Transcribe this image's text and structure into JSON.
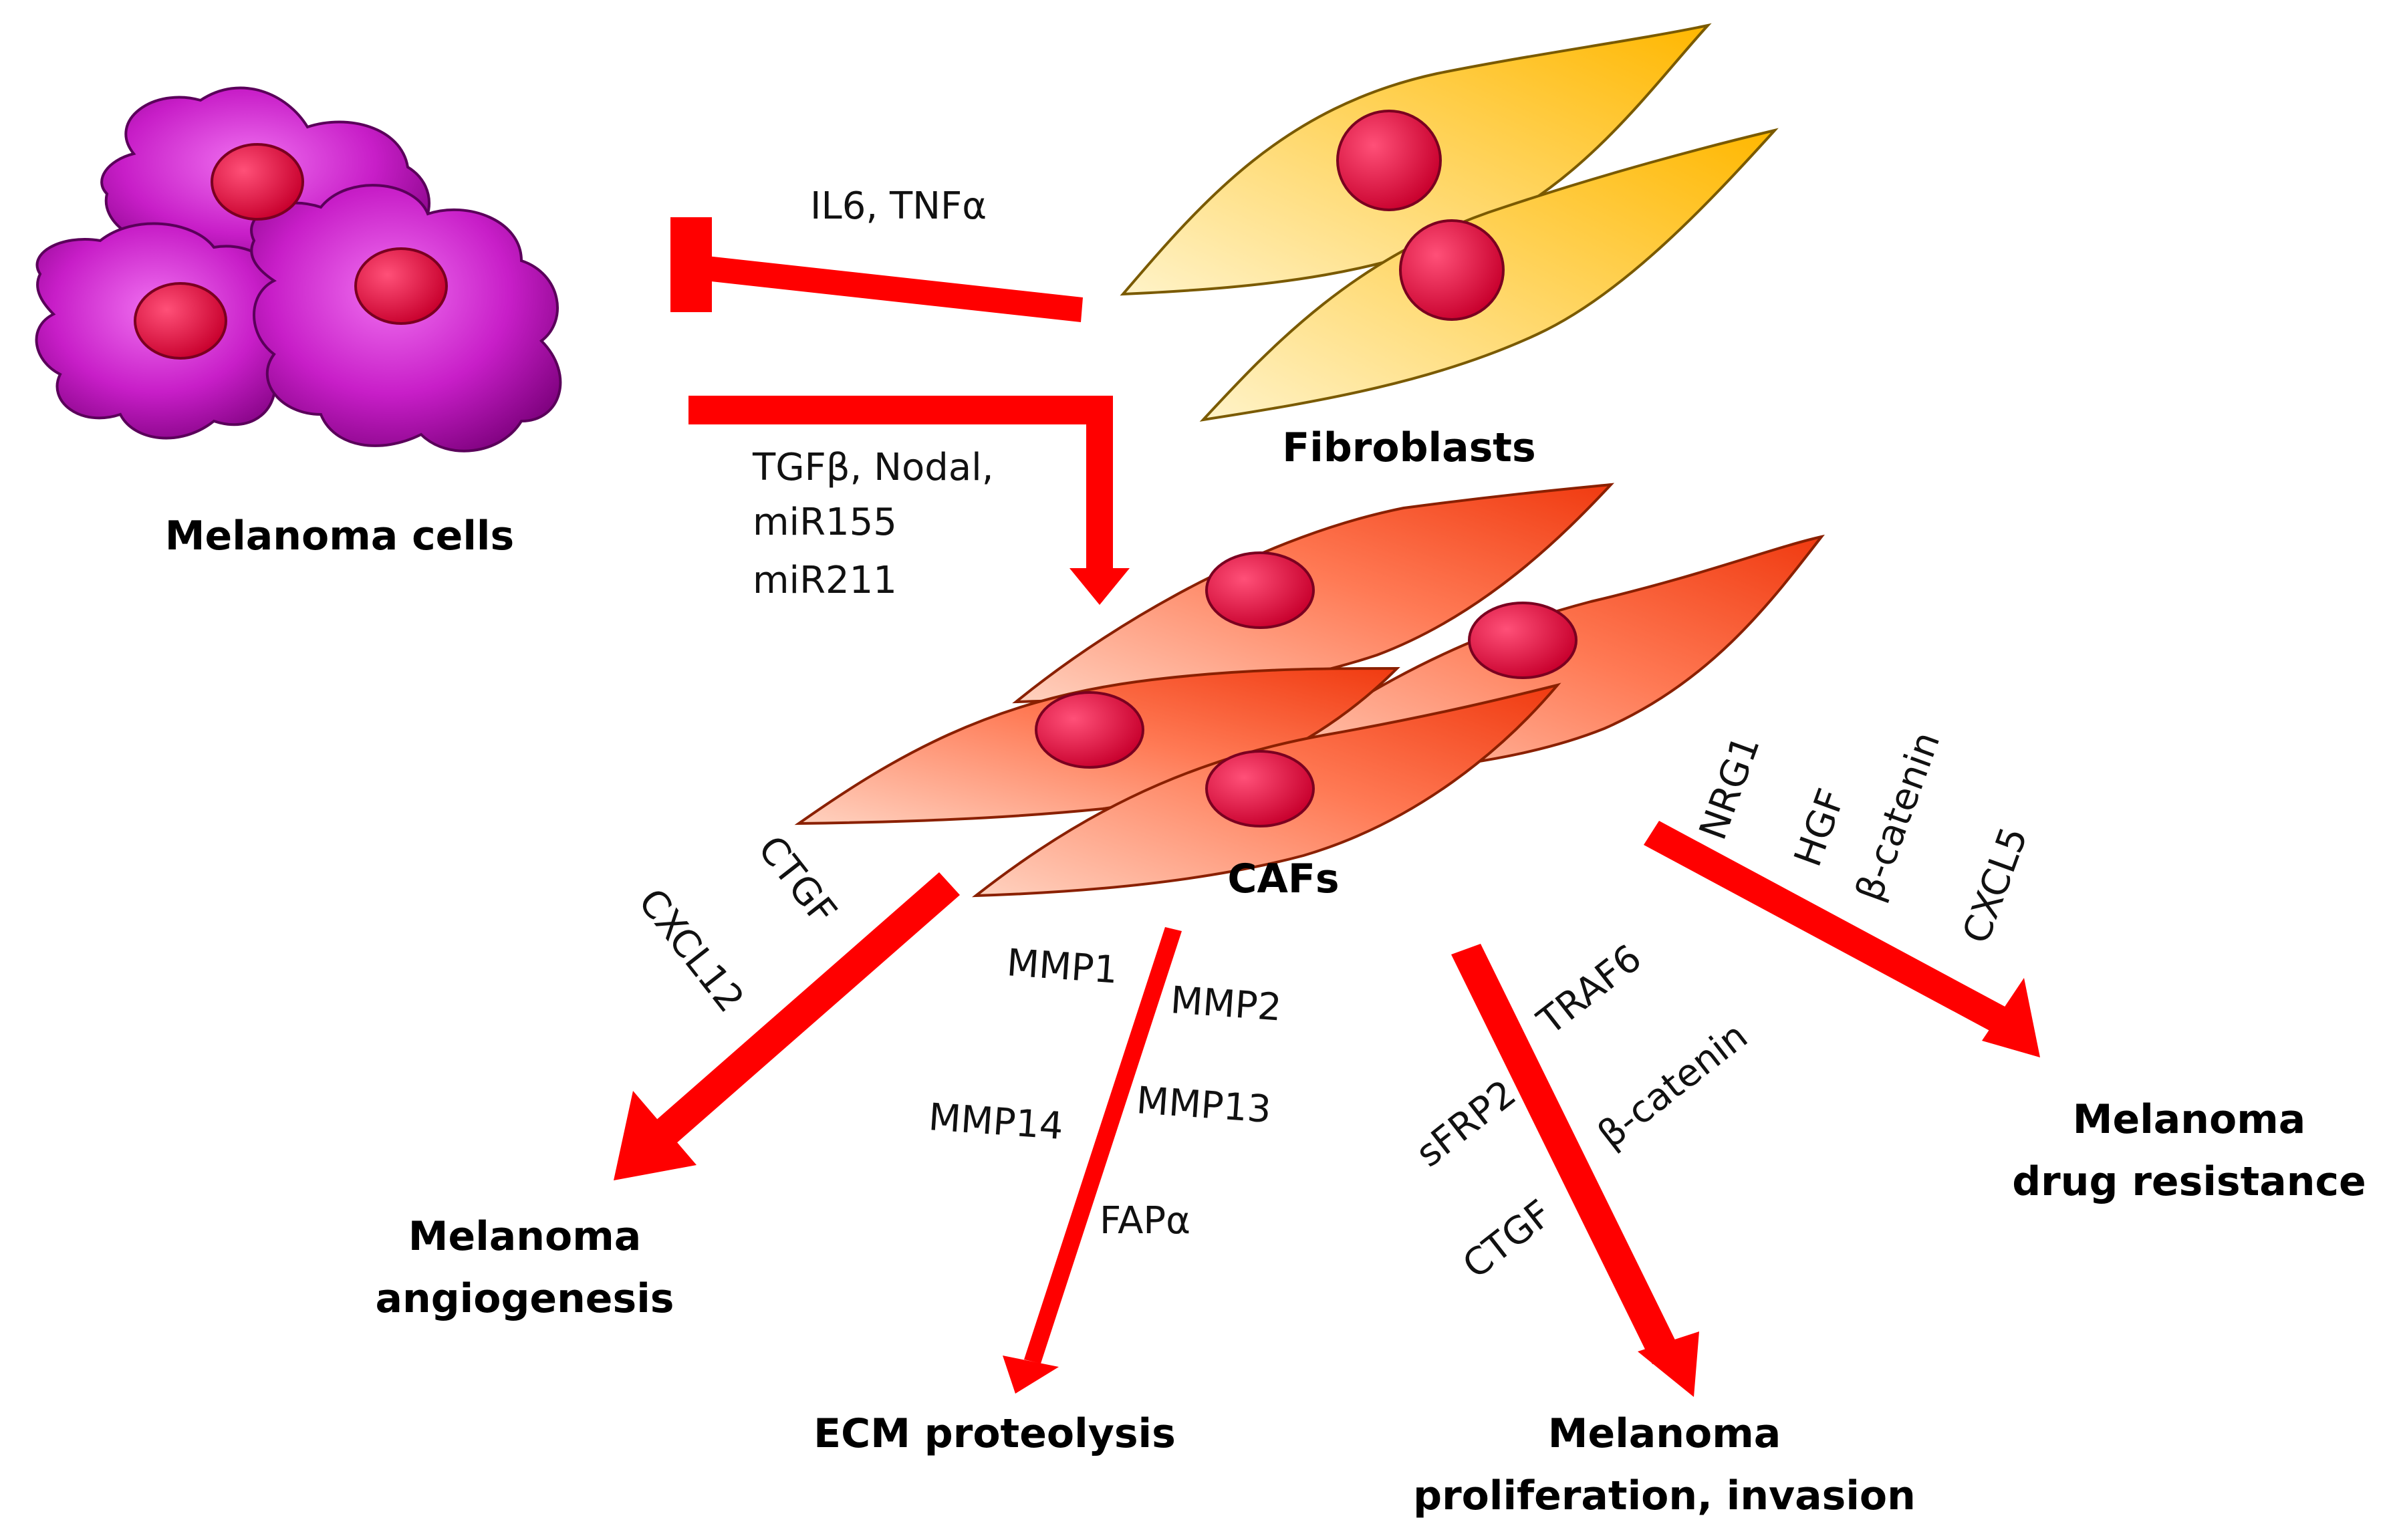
{
  "colors": {
    "arrow": "#ff0000",
    "melanoma_cell": "#b000b0",
    "fibroblast": "#ffc72c",
    "caf": "#ff6b45",
    "nucleus": "#dc0a3c"
  },
  "cells": {
    "melanoma": "Melanoma cells",
    "fibroblasts": "Fibroblasts",
    "cafs": "CAFs"
  },
  "interactions": {
    "fibroblast_inhibition": "IL6, TNFα",
    "melanoma_activation": [
      "TGFβ, Nodal,",
      "miR155",
      "miR211"
    ]
  },
  "outputs": {
    "angiogenesis": {
      "title": [
        "Melanoma",
        "angiogenesis"
      ],
      "factors": [
        "CTGF",
        "CXCL12"
      ]
    },
    "ecm": {
      "title": [
        "ECM proteolysis"
      ],
      "factors": [
        "MMP1",
        "MMP2",
        "MMP14",
        "MMP13",
        "FAPα"
      ]
    },
    "proliferation": {
      "title": [
        "Melanoma",
        "proliferation, invasion"
      ],
      "factors": [
        "TRAF6",
        "β-catenin",
        "sFRP2",
        "CTGF"
      ]
    },
    "drug_resistance": {
      "title": [
        "Melanoma",
        "drug resistance"
      ],
      "factors": [
        "NRG1",
        "HGF",
        "β-catenin",
        "CXCL5"
      ]
    }
  }
}
